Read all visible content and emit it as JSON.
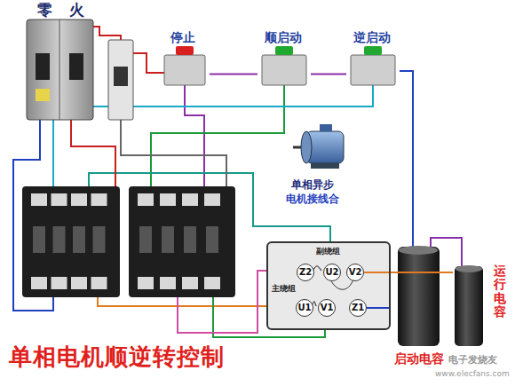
{
  "diagram": {
    "title": "单相电机顺逆转控制",
    "nodes": [
      {
        "text": [
          "零",
          "火"
        ]
      },
      {
        "text": [
          "停止"
        ]
      },
      {
        "text": [
          "顺启动"
        ]
      },
      {
        "text": [
          "逆启动"
        ]
      },
      {
        "text": [
          "副绕组",
          "主绕组"
        ]
      },
      {
        "text": [
          "Z2"
        ],
        "in": 4
      },
      {
        "text": [
          "U2"
        ],
        "in": 4
      },
      {
        "text": [
          "V2"
        ],
        "in": 4
      },
      {
        "text": [
          "U1"
        ],
        "in": 4
      },
      {
        "text": [
          "V1"
        ],
        "in": 4
      },
      {
        "text": [
          "Z1"
        ],
        "in": 4
      },
      {
        "text": [
          "启动电容"
        ]
      },
      {
        "text": [
          "运行电容"
        ]
      }
    ],
    "edges": [
      {
        "from": 1,
        "to": 2,
        "arrow": "none"
      },
      {
        "from": 2,
        "to": 3,
        "arrow": "none"
      },
      {
        "from": 10,
        "to": 11,
        "arrow": "none"
      },
      {
        "from": 7,
        "to": 12,
        "arrow": "none"
      }
    ],
    "labels": [
      "单相异步",
      "电机接线合",
      "电子发烧友",
      "www.elecfans.com"
    ]
  }
}
